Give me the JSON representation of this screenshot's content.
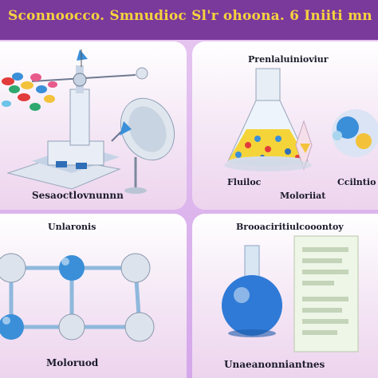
{
  "header": {
    "title": "Sconnoocco. Smnudioc Sl'r ohoona. 6 Iniiti mno"
  },
  "panels": [
    {
      "label": "Sesaoctlovnunnn"
    },
    {
      "label_top": "Prenlaluinioviur",
      "label_left": "Fluiloc",
      "label_mid": "Moloriiat",
      "label_right": "Ccilntio"
    },
    {
      "label_top": "Unlaronis",
      "label_bottom": "Moloruod"
    },
    {
      "label_top": "Brooaciritiulcooontoy",
      "label_bottom": "Unaeanonniantnes"
    }
  ],
  "colors": {
    "title": "#f6d23d",
    "header": "#7a3a9c",
    "accent_blue": "#3a8fd8"
  }
}
